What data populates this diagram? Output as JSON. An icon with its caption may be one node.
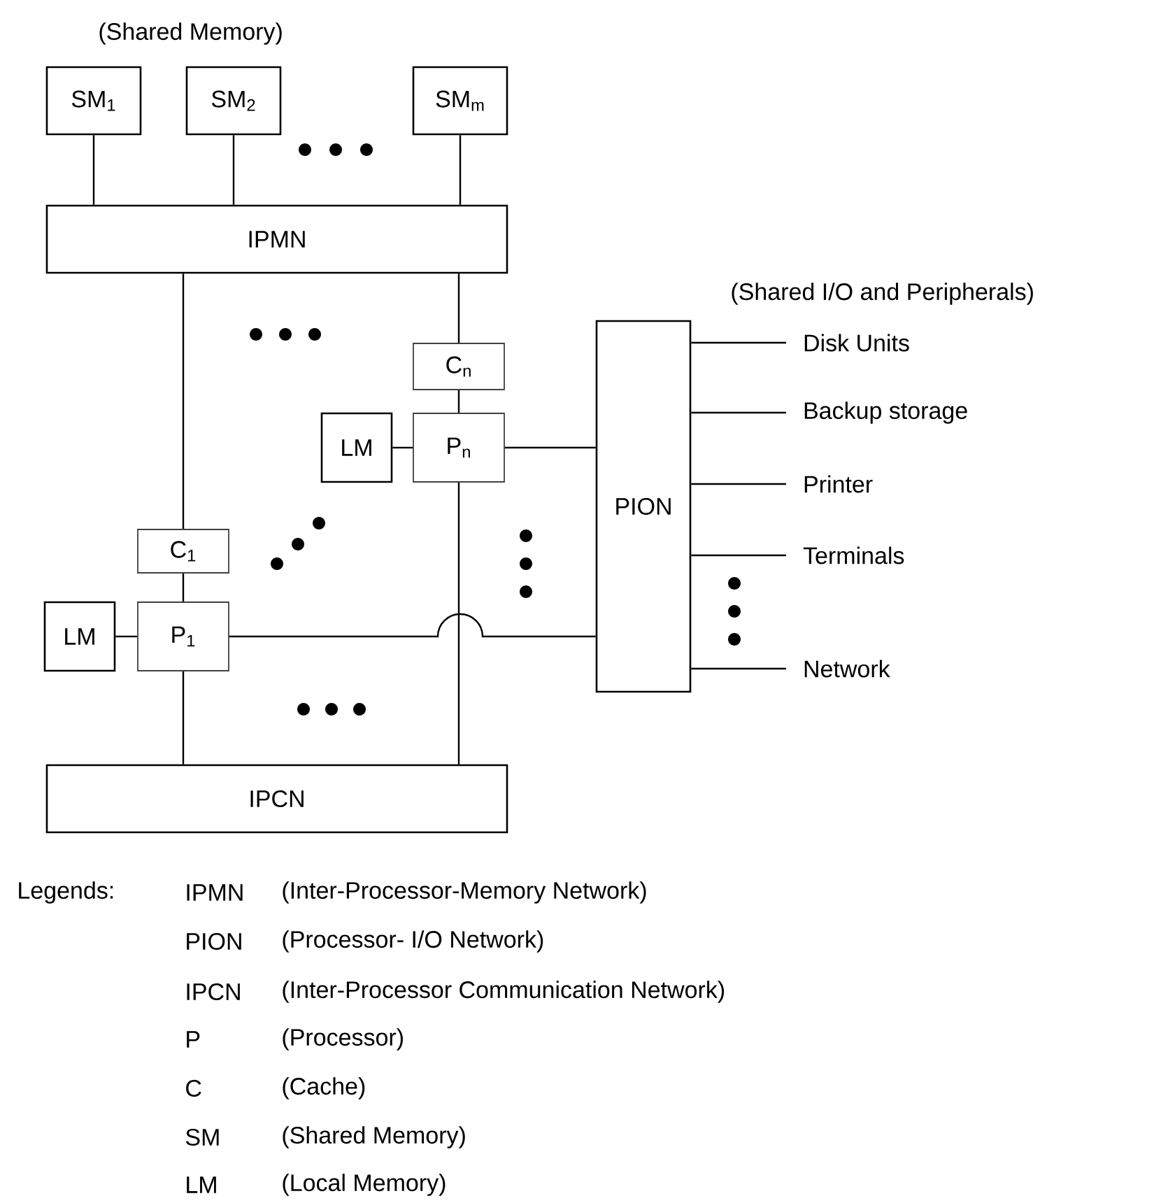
{
  "diagram": {
    "nodes": [
      {
        "text": [
          "SM$_{1}$"
        ]
      },
      {
        "text": [
          "SM$_{2}$"
        ]
      },
      {
        "text": [
          "SM$_{m}$"
        ]
      },
      {
        "text": [
          "IPMN"
        ]
      },
      {
        "text": [
          "C$_{n}$"
        ]
      },
      {
        "text": [
          "LM"
        ]
      },
      {
        "text": [
          "P$_{n}$"
        ]
      },
      {
        "text": [
          "PION"
        ]
      },
      {
        "text": [
          "C$_{1}$"
        ]
      },
      {
        "text": [
          "LM"
        ]
      },
      {
        "text": [
          "P$_{1}$"
        ]
      },
      {
        "text": [
          "IPCN"
        ]
      },
      {
        "text": [
          "Disk Units"
        ]
      },
      {
        "text": [
          "Backup storage"
        ]
      },
      {
        "text": [
          "Printer"
        ]
      },
      {
        "text": [
          "Terminals"
        ]
      },
      {
        "text": [
          "Network"
        ]
      }
    ],
    "edges": [
      {
        "from": 0,
        "to": 3,
        "arrow": "none"
      },
      {
        "from": 1,
        "to": 3,
        "arrow": "none"
      },
      {
        "from": 2,
        "to": 3,
        "arrow": "none"
      },
      {
        "from": 3,
        "to": 8,
        "arrow": "none"
      },
      {
        "from": 3,
        "to": 4,
        "arrow": "none"
      },
      {
        "from": 4,
        "to": 6,
        "arrow": "none"
      },
      {
        "from": 5,
        "to": 6,
        "arrow": "none"
      },
      {
        "from": 8,
        "to": 10,
        "arrow": "none"
      },
      {
        "from": 9,
        "to": 10,
        "arrow": "none"
      },
      {
        "from": 10,
        "to": 11,
        "arrow": "none"
      },
      {
        "from": 6,
        "to": 11,
        "arrow": "none"
      },
      {
        "from": 6,
        "to": 7,
        "arrow": "none"
      },
      {
        "from": 10,
        "to": 7,
        "arrow": "none"
      },
      {
        "from": 7,
        "to": 12,
        "arrow": "none"
      },
      {
        "from": 7,
        "to": 13,
        "arrow": "none"
      },
      {
        "from": 7,
        "to": 14,
        "arrow": "none"
      },
      {
        "from": 7,
        "to": 15,
        "arrow": "none"
      },
      {
        "from": 7,
        "to": 16,
        "arrow": "none"
      }
    ],
    "labels": [
      "(Shared Memory)",
      "(Shared I/O and Peripherals)",
      "Legends:",
      "IPMN",
      "(Inter-Processor-Memory Network)",
      "PION",
      "(Processor- I/O Network)",
      "IPCN",
      "(Inter-Processor Communication Network)",
      "P",
      "(Processor)",
      "C",
      "(Cache)",
      "SM",
      "(Shared Memory)",
      "LM",
      "(Local Memory)"
    ]
  }
}
